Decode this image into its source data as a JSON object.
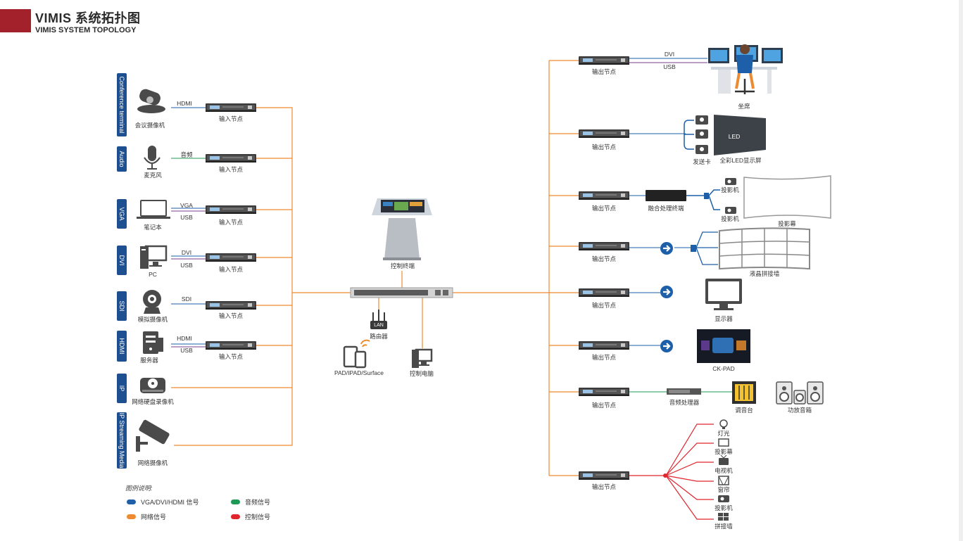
{
  "header": {
    "title_cn": "VIMIS 系统拓扑图",
    "title_en": "VIMIS SYSTEM TOPOLOGY"
  },
  "colors": {
    "accent": "#a3212a",
    "tab": "#1d4f91",
    "network": "#ee8a2f",
    "video": "#1d5fa8",
    "audio": "#1f9a56",
    "control": "#e0252c",
    "usb": "#7a3d8c"
  },
  "inputs": [
    {
      "tab": "Conference terminal",
      "device": "会议摄像机",
      "icon": "conference-camera-icon",
      "signals": [
        "HDMI"
      ],
      "node": "输入节点"
    },
    {
      "tab": "Audio",
      "device": "麦克风",
      "icon": "microphone-icon",
      "signals": [
        "音频"
      ],
      "node": "输入节点"
    },
    {
      "tab": "VGA",
      "device": "笔记本",
      "icon": "laptop-icon",
      "signals": [
        "VGA",
        "USB"
      ],
      "node": "输入节点"
    },
    {
      "tab": "DVI",
      "device": "PC",
      "icon": "pc-icon",
      "signals": [
        "DVI",
        "USB"
      ],
      "node": "输入节点"
    },
    {
      "tab": "SDI",
      "device": "模拟摄像机",
      "icon": "webcam-icon",
      "signals": [
        "SDI"
      ],
      "node": "输入节点"
    },
    {
      "tab": "HDMI",
      "device": "服务器",
      "icon": "server-icon",
      "signals": [
        "HDMI",
        "USB"
      ],
      "node": "输入节点"
    },
    {
      "tab": "IP",
      "device": "网络硬盘录像机",
      "icon": "nvr-icon",
      "signals": [],
      "node": ""
    },
    {
      "tab": "IP Streaming Media",
      "device": "网络摄像机",
      "icon": "ip-camera-icon",
      "signals": [],
      "node": ""
    }
  ],
  "center": {
    "terminal": "控制终端",
    "router": "路由器",
    "router_tag": "LAN",
    "pad": "PAD/IPAD/Surface",
    "pc": "控制电脑"
  },
  "outputs": [
    {
      "node": "输出节点",
      "signals": [
        "DVI",
        "USB"
      ],
      "target": "坐席"
    },
    {
      "node": "输出节点",
      "send_card": "发送卡",
      "led_tag": "LED",
      "target": "全彩LED显示屏"
    },
    {
      "node": "输出节点",
      "processor": "融合处理终端",
      "projector": "投影机",
      "target": "投影幕"
    },
    {
      "node": "输出节点",
      "target": "液晶拼接墙"
    },
    {
      "node": "输出节点",
      "target": "显示器"
    },
    {
      "node": "输出节点",
      "target": "CK-PAD"
    },
    {
      "node": "输出节点",
      "processor": "音频处理器",
      "mixer": "调音台",
      "target": "功放音箱"
    },
    {
      "node": "输出节点",
      "controls": [
        "灯光",
        "投影幕",
        "电视机",
        "窗帘",
        "投影机",
        "拼接墙"
      ]
    }
  ],
  "legend": {
    "title": "图例说明:",
    "items": [
      {
        "label": "VGA/DVI/HDMI 信号",
        "color": "#1d5fa8"
      },
      {
        "label": "音频信号",
        "color": "#1f9a56"
      },
      {
        "label": "网络信号",
        "color": "#ee8a2f"
      },
      {
        "label": "控制信号",
        "color": "#e0252c"
      }
    ]
  }
}
